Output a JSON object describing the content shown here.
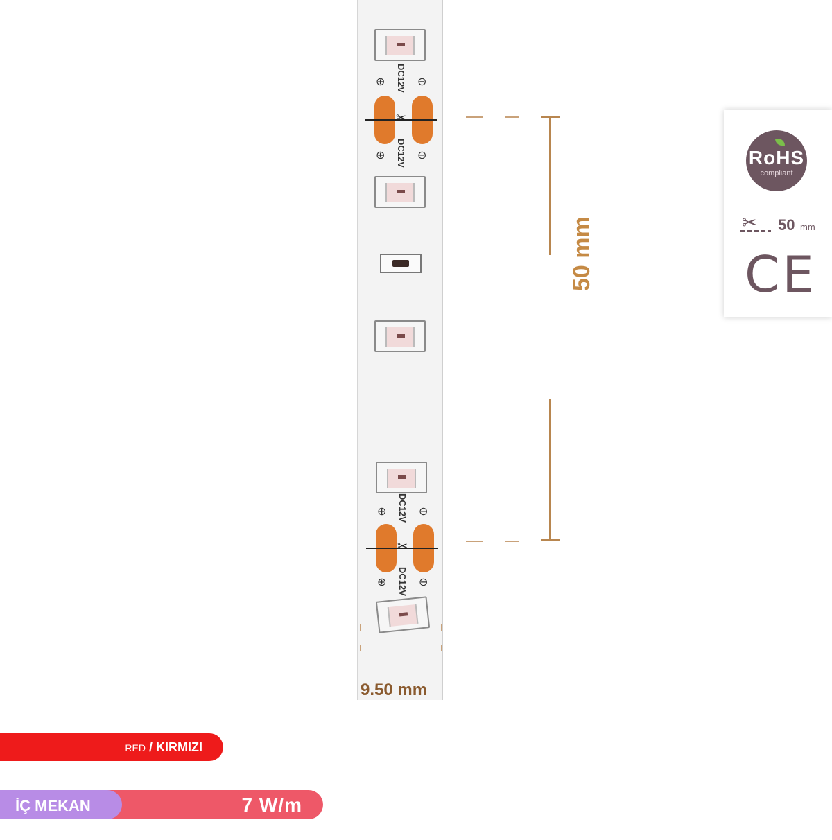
{
  "strip": {
    "voltage_label": "DC12V",
    "plus_symbol": "⊕",
    "minus_symbol": "⊖",
    "cut_symbol": "✂"
  },
  "dimensions": {
    "segment_length": "50 mm",
    "strip_width": "9.50 mm"
  },
  "certifications": {
    "rohs_title": "RoHS",
    "rohs_sub": "compliant",
    "cut_value": "50",
    "cut_unit": "mm",
    "ce_mark": "CE"
  },
  "badges": {
    "color_en": "RED",
    "color_sep": " / ",
    "color_tr": "KIRMIZI",
    "location": "İÇ MEKAN",
    "power": "7 W/m"
  },
  "colors": {
    "pad_orange": "#e07a2c",
    "dimension_brown": "#c58a45",
    "rohs_purple": "#6d5660",
    "red_badge": "#ee1b1b",
    "pink_badge": "#ee5868",
    "lilac_badge": "#b88ce6"
  }
}
